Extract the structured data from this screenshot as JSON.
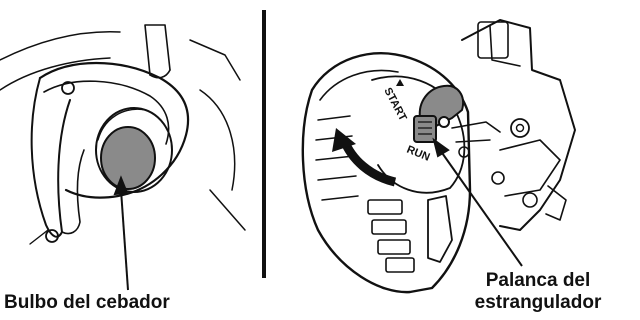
{
  "figure": {
    "left_panel": {
      "caption": "Bulbo del cebador"
    },
    "right_panel": {
      "caption_line1": "Palanca del",
      "caption_line2": "estrangulador",
      "dial_start_label": "START",
      "dial_run_label": "RUN"
    }
  }
}
